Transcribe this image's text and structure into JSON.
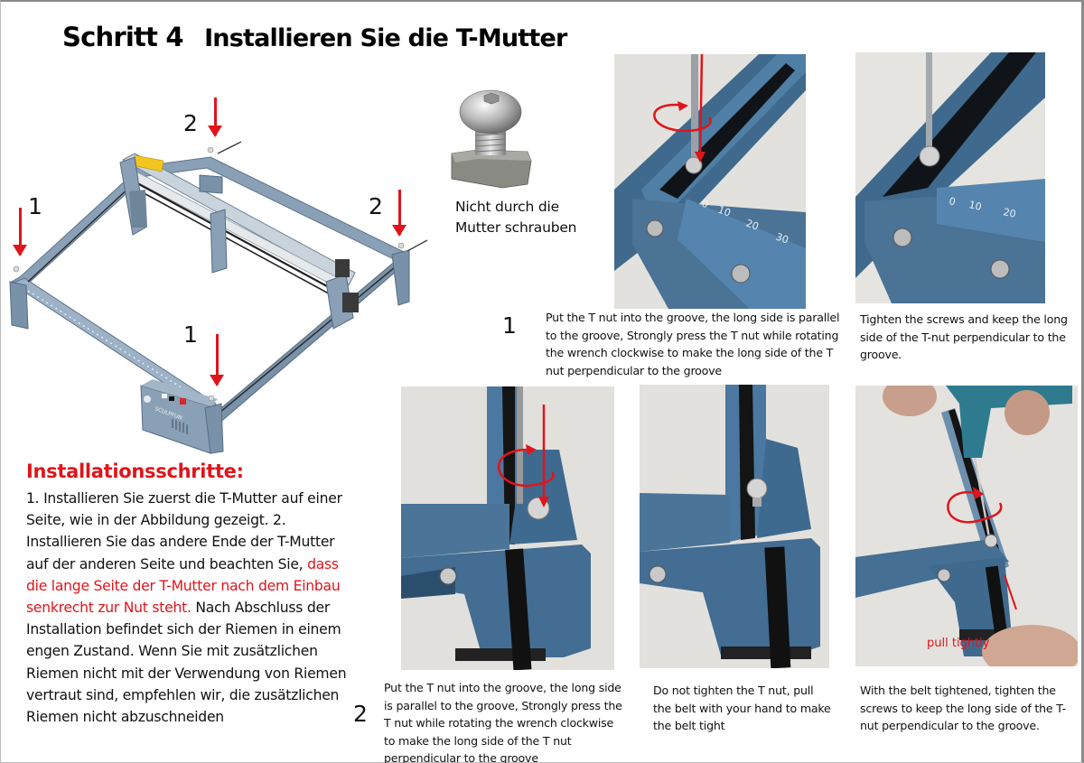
{
  "header": {
    "step_label": "Schritt 4",
    "title": "Installieren Sie die T-Mutter"
  },
  "machine_diagram": {
    "brand_label": "SCULPFUN",
    "callouts": [
      {
        "number": "2",
        "position": "rear-left"
      },
      {
        "number": "1",
        "position": "left"
      },
      {
        "number": "2",
        "position": "right"
      },
      {
        "number": "1",
        "position": "front"
      }
    ],
    "arrow_color": "#e0141b",
    "frame_color": "#7d95ad"
  },
  "tnut": {
    "caption_line1": "Nicht durch die",
    "caption_line2": "Mutter schrauben"
  },
  "instructions": {
    "heading": "Installationsschritte:",
    "text_1": "1. Installieren Sie zuerst die T-Mutter auf einer Seite, wie in der Abbildung gezeigt. 2. Installieren Sie das andere Ende der T-Mutter auf der anderen Seite und beachten Sie, ",
    "text_red": "dass die lange Seite der T-Mutter nach dem Einbau senkrecht zur Nut steht.",
    "text_2": " Nach Abschluss der Installation befindet sich der Riemen in einem engen Zustand. Wenn Sie mit zusätzlichen Riemen nicht mit der Verwendung von Riemen vertraut sind, empfehlen wir, die zusätzlichen Riemen nicht abzuschneiden",
    "accent_color": "#e0141b"
  },
  "row1": {
    "step_number": "1",
    "photo1_caption": "Put the T nut into the groove, the long side is parallel to the groove, Strongly press the T nut while rotating the wrench clockwise to make the long side of the T nut perpendicular to the groove",
    "photo1_ruler_labels": [
      "0",
      "10",
      "20",
      "30"
    ],
    "photo2_caption": "Tighten the screws and keep the long side of the T-nut perpendicular to the groove.",
    "photo2_ruler_labels": [
      "0",
      "10",
      "20"
    ]
  },
  "row2": {
    "step_number": "2",
    "photo3_caption": "Put the T nut into the groove, the long side is parallel to the groove, Strongly press the T nut while rotating the wrench clockwise to make the long side of the T nut perpendicular to the groove",
    "photo4_caption": "Do not tighten the T nut, pull the belt with your hand to make the belt tight",
    "photo5_caption": "With the belt tightened, tighten the screws to keep the long side of the T-nut perpendicular to the groove.",
    "photo5_annotation": "pull tightly"
  }
}
